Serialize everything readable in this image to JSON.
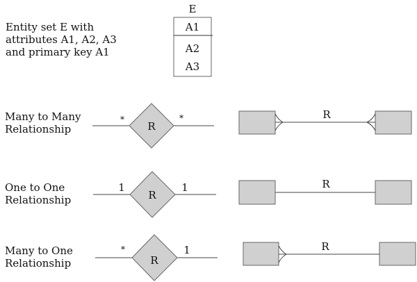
{
  "entity": {
    "description": "Entity set E with\nattributes A1, A2, A3\nand primary key A1",
    "name": "E",
    "primary_key": "A1",
    "attributes": [
      "A2",
      "A3"
    ]
  },
  "relationships": [
    {
      "label": "Many to Many\nRelationship",
      "name": "R",
      "left_cardinality": "*",
      "right_cardinality": "*",
      "left_end": "many",
      "right_end": "many",
      "line_label": "R"
    },
    {
      "label": "One to One\nRelationship",
      "name": "R",
      "left_cardinality": "1",
      "right_cardinality": "1",
      "left_end": "one",
      "right_end": "one",
      "line_label": "R"
    },
    {
      "label": "Many to One\nRelationship",
      "name": "R",
      "left_cardinality": "*",
      "right_cardinality": "1",
      "left_end": "many",
      "right_end": "one",
      "line_label": "R"
    }
  ],
  "colors": {
    "fill": "#d0d0d0",
    "stroke": "#555555",
    "line": "#444444"
  }
}
